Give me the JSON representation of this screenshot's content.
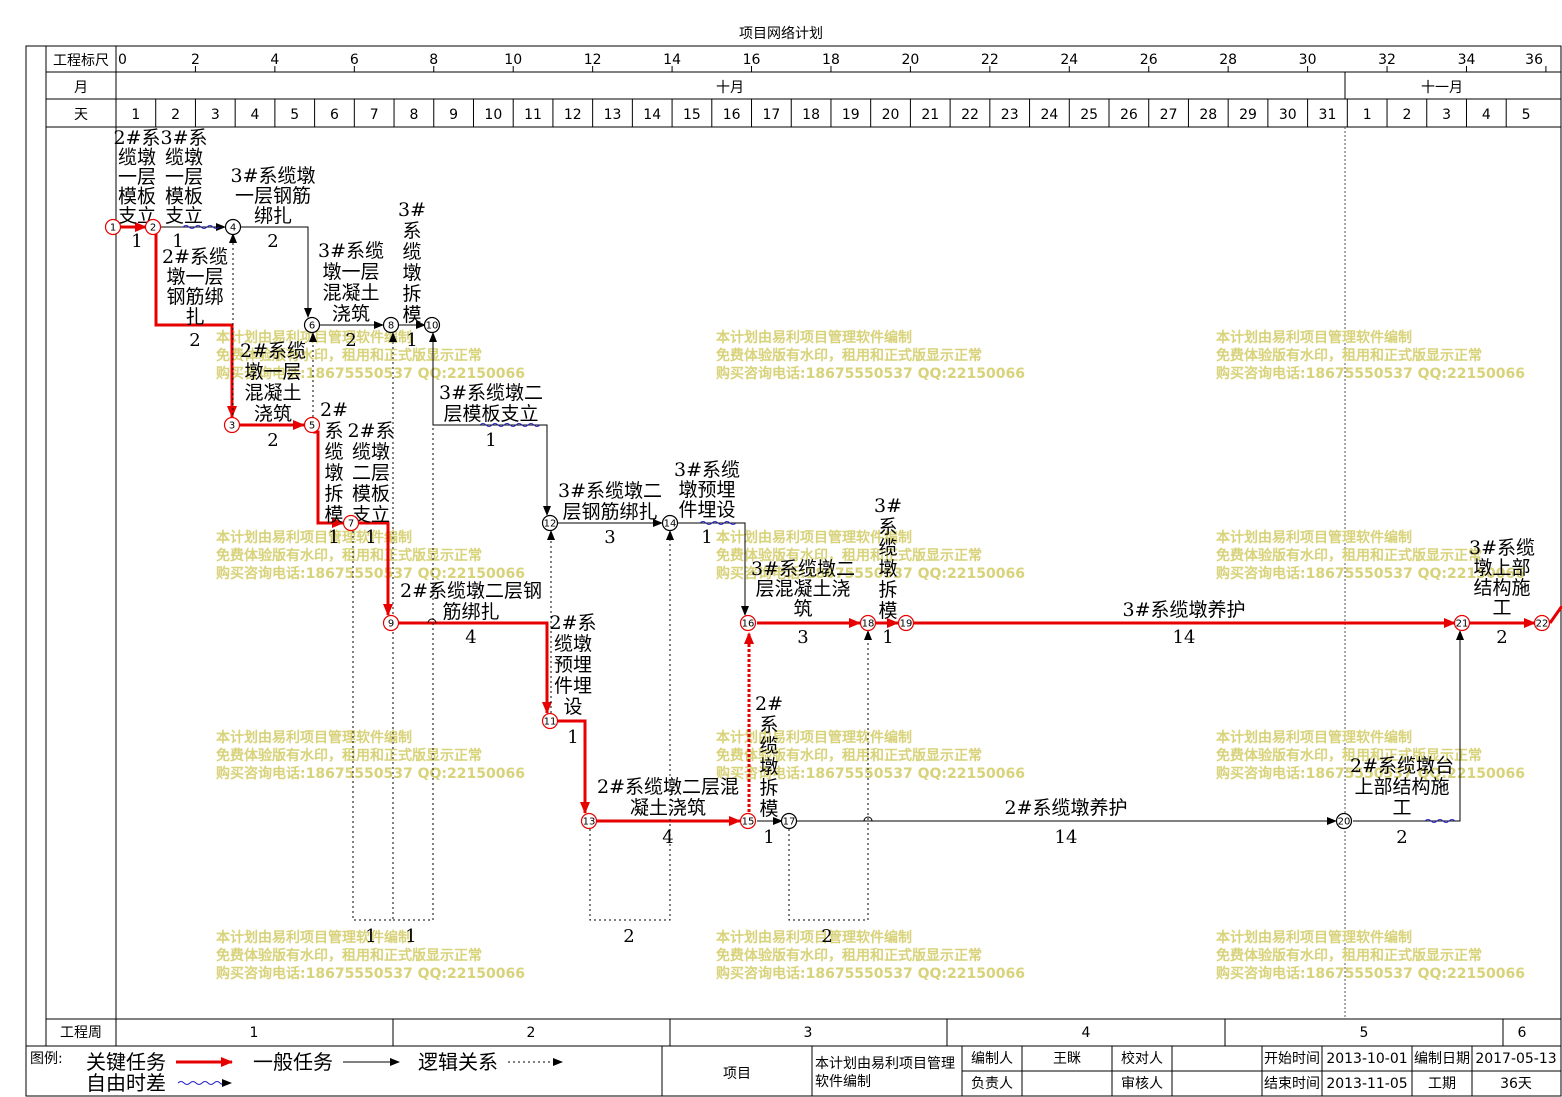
{
  "title": "项目网络计划",
  "header": {
    "scale_label": "工程标尺",
    "month_label": "月",
    "day_label": "天",
    "scale_ticks": [
      "0",
      "2",
      "4",
      "6",
      "8",
      "10",
      "12",
      "14",
      "16",
      "18",
      "20",
      "22",
      "24",
      "26",
      "28",
      "30",
      "32",
      "34",
      "36"
    ],
    "months": [
      "十月",
      "十一月"
    ],
    "days": [
      "1",
      "2",
      "3",
      "4",
      "5",
      "6",
      "7",
      "8",
      "9",
      "10",
      "11",
      "12",
      "13",
      "14",
      "15",
      "16",
      "17",
      "18",
      "19",
      "20",
      "21",
      "22",
      "23",
      "24",
      "25",
      "26",
      "27",
      "28",
      "29",
      "30",
      "31",
      "1",
      "2",
      "3",
      "4",
      "5"
    ]
  },
  "week_row": {
    "label": "工程周",
    "weeks": [
      "1",
      "2",
      "3",
      "4",
      "5",
      "6"
    ]
  },
  "watermark": [
    "本计划由易利项目管理软件编制",
    "免费体验版有水印，租用和正式版显示正常",
    "购买咨询电话:18675550537 QQ:22150066"
  ],
  "nodes": [
    "1",
    "2",
    "3",
    "4",
    "5",
    "6",
    "7",
    "8",
    "9",
    "10",
    "11",
    "12",
    "13",
    "14",
    "15",
    "16",
    "17",
    "18",
    "19",
    "20",
    "21",
    "22"
  ],
  "tasks": [
    {
      "id": "t1",
      "lines": [
        "2#系",
        "缆墩",
        "一层",
        "模板",
        "支立"
      ],
      "duration": "1"
    },
    {
      "id": "t2",
      "lines": [
        "3#系",
        "缆墩",
        "一层",
        "模板",
        "支立"
      ],
      "duration": "1"
    },
    {
      "id": "t3",
      "lines": [
        "3#系缆墩",
        "一层钢筋",
        "绑扎"
      ],
      "duration": "2"
    },
    {
      "id": "t4",
      "lines": [
        "2#系缆",
        "墩一层",
        "钢筋绑",
        "扎"
      ],
      "duration": "2"
    },
    {
      "id": "t5",
      "lines": [
        "3#系缆",
        "墩一层",
        "混凝土",
        "浇筑"
      ],
      "duration": "2"
    },
    {
      "id": "t6",
      "lines": [
        "3#",
        "系",
        "缆",
        "墩",
        "拆",
        "模"
      ],
      "duration": "1"
    },
    {
      "id": "t7",
      "lines": [
        "2#系缆",
        "墩一层",
        "混凝土",
        "浇筑"
      ],
      "duration": "2"
    },
    {
      "id": "t8",
      "lines": [
        "2#",
        "系",
        "缆",
        "墩",
        "拆",
        "模"
      ],
      "duration": "1"
    },
    {
      "id": "t9",
      "lines": [
        "2#系",
        "缆墩",
        "二层",
        "模板",
        "支立"
      ],
      "duration": "1"
    },
    {
      "id": "t10",
      "lines": [
        "3#系缆墩二",
        "层模板支立"
      ],
      "duration": "1"
    },
    {
      "id": "t11",
      "lines": [
        "2#系缆墩二层钢",
        "筋绑扎"
      ],
      "duration": "4"
    },
    {
      "id": "t12",
      "lines": [
        "3#系缆墩二",
        "层钢筋绑扎"
      ],
      "duration": "3"
    },
    {
      "id": "t13",
      "lines": [
        "3#系缆",
        "墩预埋",
        "件埋设"
      ],
      "duration": "1"
    },
    {
      "id": "t14",
      "lines": [
        "2#系",
        "缆墩",
        "预埋",
        "件埋",
        "设"
      ],
      "duration": "1"
    },
    {
      "id": "t15",
      "lines": [
        "3#系缆墩二",
        "层混凝土浇",
        "筑"
      ],
      "duration": "3"
    },
    {
      "id": "t16",
      "lines": [
        "3#",
        "系",
        "缆",
        "墩",
        "拆",
        "模"
      ],
      "duration": "1"
    },
    {
      "id": "t17",
      "lines": [
        "3#系缆墩养护"
      ],
      "duration": "14"
    },
    {
      "id": "t18",
      "lines": [
        "3#系缆",
        "墩上部",
        "结构施",
        "工"
      ],
      "duration": "2"
    },
    {
      "id": "t19",
      "lines": [
        "2#系缆墩二层混",
        "凝土浇筑"
      ],
      "duration": "4"
    },
    {
      "id": "t20",
      "lines": [
        "2#",
        "系",
        "缆",
        "墩",
        "拆",
        "模"
      ],
      "duration": "1"
    },
    {
      "id": "t21",
      "lines": [
        "2#系缆墩养护"
      ],
      "duration": "14"
    },
    {
      "id": "t22",
      "lines": [
        "2#系缆墩台",
        "上部结构施",
        "工"
      ],
      "duration": "2"
    }
  ],
  "float_labels": [
    "1",
    "1",
    "2",
    "2"
  ],
  "legend": {
    "label": "图例:",
    "critical": "关键任务",
    "general": "一般任务",
    "logic": "逻辑关系",
    "free_float": "自由时差"
  },
  "footer": {
    "project_label": "项目",
    "project_value": "本计划由易利项目管理软件编制",
    "editor_label": "编制人",
    "editor_value": "王眯",
    "checker_label": "校对人",
    "checker_value": "",
    "owner_label": "负责人",
    "owner_value": "",
    "reviewer_label": "审核人",
    "reviewer_value": "",
    "start_label": "开始时间",
    "start_value": "2013-10-01",
    "end_label": "结束时间",
    "end_value": "2013-11-05",
    "made_date_label": "编制日期",
    "made_date_value": "2017-05-13",
    "duration_label": "工期",
    "duration_value": "36天"
  },
  "colors": {
    "critical": "#e60000",
    "general": "#000000",
    "float": "#2020c0",
    "watermark": "#d8d27a"
  }
}
